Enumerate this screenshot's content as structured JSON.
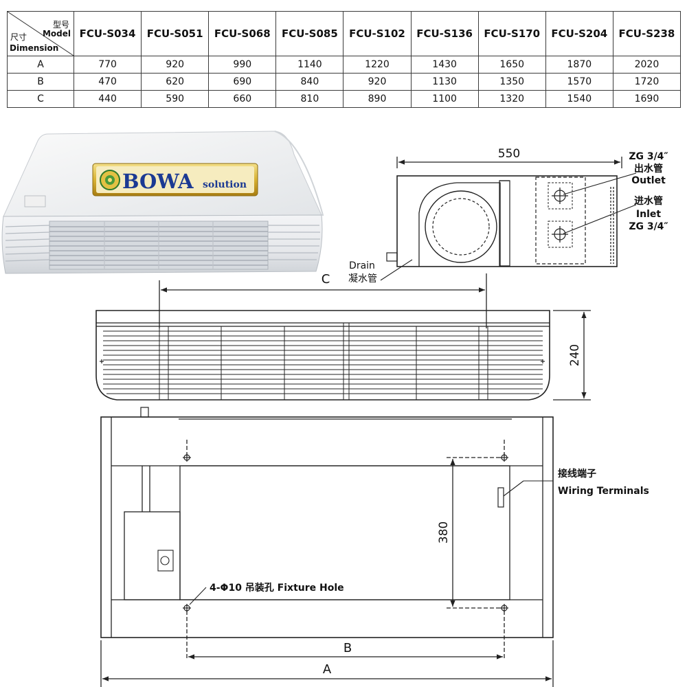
{
  "table": {
    "corner": {
      "model_cn": "型号",
      "model_en": "Model",
      "dim_cn": "尺寸",
      "dim_en": "Dimension"
    },
    "models": [
      "FCU-S034",
      "FCU-S051",
      "FCU-S068",
      "FCU-S085",
      "FCU-S102",
      "FCU-S136",
      "FCU-S170",
      "FCU-S204",
      "FCU-S238"
    ],
    "rows": [
      {
        "label": "A",
        "values": [
          "770",
          "920",
          "990",
          "1140",
          "1220",
          "1430",
          "1650",
          "1870",
          "2020"
        ]
      },
      {
        "label": "B",
        "values": [
          "470",
          "620",
          "690",
          "840",
          "920",
          "1130",
          "1350",
          "1570",
          "1720"
        ]
      },
      {
        "label": "C",
        "values": [
          "440",
          "590",
          "660",
          "810",
          "890",
          "1100",
          "1320",
          "1540",
          "1690"
        ]
      }
    ]
  },
  "photo": {
    "brand": "BOWA",
    "brand_suffix": "solution",
    "colors": {
      "body": "#e9ebed",
      "grille": "#d5d9de",
      "logo_gold": "#d8b233",
      "logo_blue": "#1c3a93"
    }
  },
  "diagram": {
    "side_view": {
      "width_label": "550",
      "outlet_spec": "ZG 3/4″",
      "outlet_cn": "出水管",
      "outlet_en": "Outlet",
      "inlet_cn": "进水管",
      "inlet_en": "Inlet",
      "inlet_spec": "ZG 3/4″",
      "drain_en": "Drain",
      "drain_cn": "凝水管"
    },
    "front_view": {
      "c_label": "C",
      "height_label": "240"
    },
    "top_view": {
      "height_label": "380",
      "wiring_cn": "接线端子",
      "wiring_en": "Wiring Terminals",
      "fixture_label": "4-Φ10 吊装孔 Fixture Hole",
      "b_label": "B",
      "a_label": "A"
    }
  }
}
